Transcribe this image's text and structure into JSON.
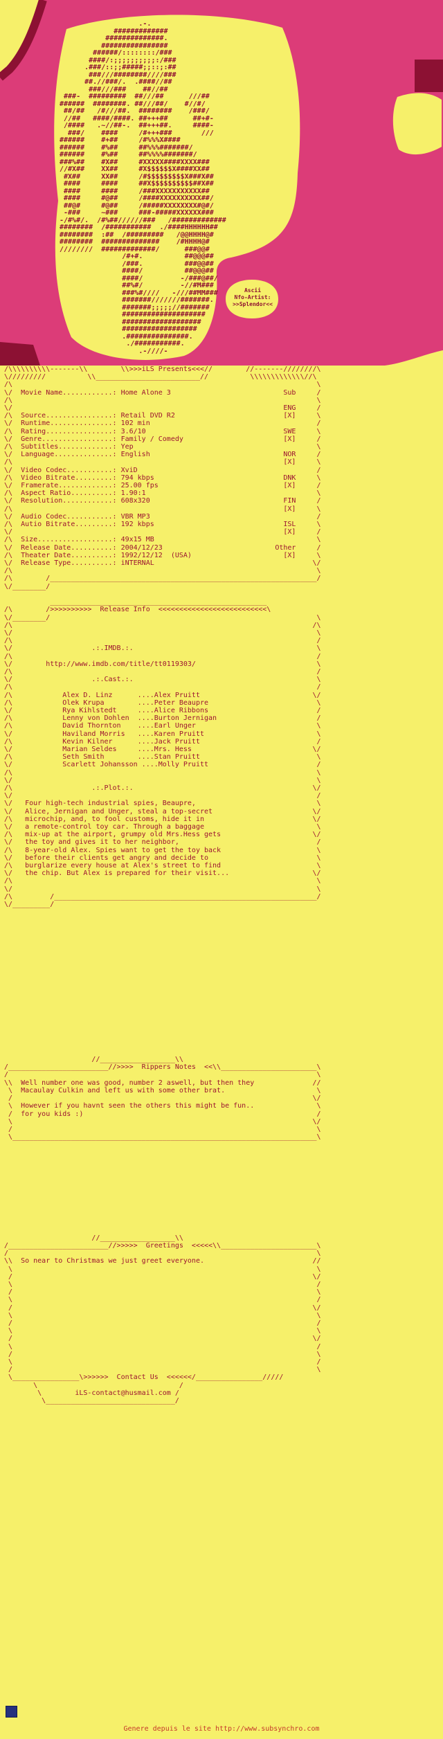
{
  "colors": {
    "background": "#F6F06A",
    "blob_pink": "#DC3C78",
    "maroon_accent": "#8C1133",
    "art_text": "#8E1031",
    "body_text": "#9C1430",
    "footer_text": "#C5392B",
    "blue_square": "#26317E"
  },
  "artist_credit": {
    "line1": "Ascii",
    "line2": "Nfo-Artist:",
    "line3": ">>Splendor<<"
  },
  "release": {
    "group": "iLS",
    "header": "iLS Presents",
    "movie_name": "Home Alone 3",
    "info": {
      "Movie Name": "Home Alone 3",
      "Source": "Retail DVD R2",
      "Runtime": "102 min",
      "Rating": "3.6/10",
      "Genre": "Family / Comedy",
      "Subtitles": "Yep",
      "Language": "English",
      "Video Codec": "XviD",
      "Video Bitrate": "794 kbps",
      "Framerate": "25.00 fps",
      "Aspect Ratio": "1.90:1",
      "Resolution": "608x320",
      "Audio Codec": "VBR MP3",
      "Autio Bitrate": "192 kbps",
      "Size": "49x15 MB",
      "Release Date": "2004/12/23",
      "Theater Date": "1992/12/12  (USA)",
      "Release Type": "iNTERNAL"
    },
    "subtitle_flags": [
      "Sub",
      "ENG [X]",
      "SWE [X]",
      "NOR [X]",
      "DNK [X]",
      "FIN [X]",
      "ISL [X]",
      "Other [X]"
    ],
    "imdb_url": "http://www.imdb.com/title/tt0119303/",
    "cast": [
      {
        "actor": "Alex D. Linz",
        "role": "Alex Pruitt"
      },
      {
        "actor": "Olek Krupa",
        "role": "Peter Beaupre"
      },
      {
        "actor": "Rya Kihlstedt",
        "role": "Alice Ribbons"
      },
      {
        "actor": "Lenny von Dohlen",
        "role": "Burton Jernigan"
      },
      {
        "actor": "David Thornton",
        "role": "Earl Unger"
      },
      {
        "actor": "Haviland Morris",
        "role": "Karen Pruitt"
      },
      {
        "actor": "Kevin Kilner",
        "role": "Jack Pruitt"
      },
      {
        "actor": "Marian Seldes",
        "role": "Mrs. Hess"
      },
      {
        "actor": "Seth Smith",
        "role": "Stan Pruitt"
      },
      {
        "actor": "Scarlett Johansson",
        "role": "Molly Pruitt"
      }
    ],
    "plot": "Four high-tech industrial spies, Beaupre, Alice, Jernigan and Unger, steal a top-secret microchip, and, to fool customs, hide it in a remote-control toy car. Through a baggage mix-up at the airport, grumpy old Mrs.Hess gets the toy and gives it to her neighbor, 8-year-old Alex. Spies want to get the toy back before their clients get angry and decide to burglarize every house at Alex's street to find the chip. But Alex is prepared for their visit...",
    "rippers_notes": [
      "Well number one was good, number 2 aswell, but then they",
      "Macaulay Culkin and left us with some other brat.",
      "However if you havnt seen the others this might be fun..",
      "for you kids :)"
    ],
    "greetings": "So near to Christmas we just greet everyone.",
    "contact_email": "iLS-contact@husmail.com"
  },
  "logo": {
    "lines": [
      "                   .-.",
      "             #############",
      "           ##############.",
      "          ################",
      "        ######/::::::::/###",
      "       ####/:;;;;;;;;;;:/###",
      "      .###/::;;#####;;::;:##",
      "       ###///########////###",
      "      ##.//###/.  .####//##",
      "       ###///###    ##//##",
      " ###-  #########  ##///##      ///##",
      "######  ########. ##///##/    #//#/",
      " ##/##   /#///##.  ########    /###/",
      " //##   ####/####. ##+++##      ##+#-",
      " /####   .~//##-.  ##+++##.     ####-",
      "  ###/    ####     /#+++###       ///",
      "######    #+##     /#%%%X####",
      "######    #%##     ##%%%#######/",
      "######    #%##     ##%%%%#######/",
      "###%##    #X##     #XXXXX####XXXX###",
      "//#X##    XX##     #X$$$$$$X####XX##",
      " #X##     XX##     /#$$$$$$$$$X###X##",
      " ####     ####     ##X$$$$$$$$$$##X##",
      " ####     ####     /###XXXXXXXXXXX##",
      " ####     #@##     /####XXXXXXXXXX##/",
      " ##@#     #@##     /#####XXXXXXXX#@#/",
      " -###     ~###     ###-#####XXXXXX###",
      "-/#%#/.  /#%##//////###   /#############",
      "########  /###########  ./####HHHHHH##",
      "########  :##  /#########   /@@HHHH@#",
      "########  ##############    /#HHHH@#",
      "////////  #############/      ###@@#",
      "               /#+#.          ##@@@##",
      "               /###.          ###@@##",
      "               ####/          ##@@@##",
      "               ####/         -/###@##/",
      "               ##%#/         -//#M###",
      "               ###%#////   -///##MM###",
      "               #######///////#######.",
      "               #######;;;;;//#######",
      "               ####################",
      "               ###################",
      "               ##################",
      "               .###############.",
      "                ./###########.",
      "                   .-////-"
    ]
  },
  "nfo": {
    "width": 76,
    "lines": [
      "/\\\\\\\\\\\\\\\\\\\\-------\\\\        \\\\>>>iLS Presents<<<//        //-------////////\\",
      "\\/////////          \\\\_________________________//          \\\\\\\\\\\\\\\\\\\\\\\\\\//\\",
      {
        "l": "/\\",
        "r": "\\"
      },
      {
        "l": "\\/  Movie Name............: Home Alone 3",
        "r": "Sub     /"
      },
      {
        "l": "/\\",
        "r": "\\"
      },
      {
        "l": "\\/",
        "r": "ENG     /"
      },
      {
        "l": "/\\  Source................: Retail DVD R2",
        "r": "[X]     \\"
      },
      {
        "l": "\\/  Runtime...............: 102 min",
        "r": "/"
      },
      {
        "l": "/\\  Rating................: 3.6/10",
        "r": "SWE     \\"
      },
      {
        "l": "\\/  Genre.................: Family / Comedy",
        "r": "[X]     /"
      },
      {
        "l": "/\\  Subtitles.............: Yep",
        "r": "\\"
      },
      {
        "l": "\\/  Language..............: English",
        "r": "NOR     /"
      },
      {
        "l": "/\\",
        "r": "[X]     \\"
      },
      {
        "l": "\\/  Video Codec...........: XviD",
        "r": "/"
      },
      {
        "l": "/\\  Video Bitrate.........: 794 kbps",
        "r": "DNK     \\"
      },
      {
        "l": "\\/  Framerate.............: 25.00 fps",
        "r": "[X]     /"
      },
      {
        "l": "/\\  Aspect Ratio..........: 1.90:1",
        "r": "\\"
      },
      {
        "l": "\\/  Resolution............: 608x320",
        "r": "FIN     /"
      },
      {
        "l": "/\\",
        "r": "[X]     \\"
      },
      {
        "l": "\\/  Audio Codec...........: VBR MP3",
        "r": "/"
      },
      {
        "l": "/\\  Autio Bitrate.........: 192 kbps",
        "r": "ISL     \\"
      },
      {
        "l": "\\/",
        "r": "[X]     /"
      },
      {
        "l": "/\\  Size..................: 49x15 MB",
        "r": "\\"
      },
      {
        "l": "\\/  Release Date..........: 2004/12/23",
        "r": "Other     /"
      },
      {
        "l": "/\\  Theater Date..........: 1992/12/12  (USA)",
        "r": "[X]     \\"
      },
      {
        "l": "\\/  Release Type..........: iNTERNAL",
        "r": "\\/"
      },
      {
        "l": "/\\",
        "r": "\\"
      },
      "/\\        /________________________________________________________________/",
      "\\/________/",
      "",
      "           ____________________________________________________",
      "/\\        />>>>>>>>>>  Release Info  <<<<<<<<<<<<<<<<<<<<<<<<<<\\",
      {
        "l": "\\/________/",
        "r": "\\"
      },
      {
        "l": "/\\",
        "r": "/\\"
      },
      {
        "l": "\\/",
        "r": "\\"
      },
      {
        "l": "/\\",
        "r": "/"
      },
      {
        "l": "\\/                   .:.IMDB.:.",
        "r": "\\"
      },
      {
        "l": "/\\",
        "r": "/"
      },
      {
        "l": "\\/        http://www.imdb.com/title/tt0119303/",
        "r": "\\"
      },
      {
        "l": "/\\",
        "r": "/"
      },
      {
        "l": "\\/                   .:.Cast.:.",
        "r": "\\"
      },
      {
        "l": "/\\",
        "r": "/"
      },
      {
        "l": "/\\            Alex D. Linz      ....Alex Pruitt",
        "r": "\\/"
      },
      {
        "l": "/\\            Olek Krupa        ....Peter Beaupre",
        "r": "\\"
      },
      {
        "l": "\\/            Rya Kihlstedt     ....Alice Ribbons",
        "r": "/"
      },
      {
        "l": "/\\            Lenny von Dohlen  ....Burton Jernigan",
        "r": "/"
      },
      {
        "l": "/\\            David Thornton    ....Earl Unger",
        "r": "\\"
      },
      {
        "l": "\\/            Haviland Morris   ....Karen Pruitt",
        "r": "\\"
      },
      {
        "l": "/\\            Kevin Kilner      ....Jack Pruitt",
        "r": "/"
      },
      {
        "l": "\\/            Marian Seldes     ....Mrs. Hess",
        "r": "\\/"
      },
      {
        "l": "/\\            Seth Smith        ....Stan Pruitt",
        "r": "\\"
      },
      {
        "l": "\\/            Scarlett Johansson ....Molly Pruitt",
        "r": "/"
      },
      {
        "l": "/\\",
        "r": "\\"
      },
      {
        "l": "\\/",
        "r": "\\"
      },
      {
        "l": "/\\                   .:.Plot.:.",
        "r": "\\/"
      },
      {
        "l": "\\/",
        "r": "/"
      },
      {
        "l": "\\/   Four high-tech industrial spies, Beaupre,",
        "r": "\\"
      },
      {
        "l": "\\/   Alice, Jernigan and Unger, steal a top-secret",
        "r": "\\/"
      },
      {
        "l": "/\\   microchip, and, to fool customs, hide it in",
        "r": "\\/"
      },
      {
        "l": "\\/   a remote-control toy car. Through a baggage",
        "r": "\\"
      },
      {
        "l": "/\\   mix-up at the airport, grumpy old Mrs.Hess gets",
        "r": "\\/"
      },
      {
        "l": "\\/   the toy and gives it to her neighbor,",
        "r": "/"
      },
      {
        "l": "/\\   8-year-old Alex. Spies want to get the toy back",
        "r": "\\"
      },
      {
        "l": "\\/   before their clients get angry and decide to",
        "r": "\\"
      },
      {
        "l": "/\\   burglarize every house at Alex's street to find",
        "r": "\\"
      },
      {
        "l": "\\/   the chip. But Alex is prepared for their visit...",
        "r": "\\/"
      },
      {
        "l": "/\\",
        "r": "\\"
      },
      {
        "l": "\\/",
        "r": "\\"
      },
      "/\\         /_______________________________________________________________/",
      "\\/_________/",
      "",
      "",
      "",
      "",
      "",
      "",
      "",
      "",
      "",
      "",
      "",
      "",
      "",
      "",
      "",
      "",
      "",
      "",
      "",
      "                     //__________________\\\\",
      "/________________________//>>>>  Rippers Notes  <<\\\\_______________________\\",
      {
        "l": "/",
        "r": "\\"
      },
      {
        "l": "\\\\  Well number one was good, number 2 aswell, but then they",
        "r": "//"
      },
      {
        "l": " \\  Macaulay Culkin and left us with some other brat.",
        "r": "\\"
      },
      {
        "l": " /",
        "r": "\\/"
      },
      {
        "l": " \\  However if you havnt seen the others this might be fun..",
        "r": "\\"
      },
      {
        "l": " /  for you kids :)",
        "r": "/"
      },
      {
        "l": " \\",
        "r": "\\/"
      },
      {
        "l": " /",
        "r": "\\"
      },
      " \\_________________________________________________________________________\\",
      "",
      "",
      "",
      "",
      "",
      "",
      "",
      "",
      "",
      "",
      "",
      "",
      "                     //__________________\\\\",
      "/________________________//>>>>>  Greetings  <<<<<\\\\_______________________\\",
      {
        "l": "/",
        "r": "\\"
      },
      {
        "l": "\\\\  So near to Christmas we just greet everyone.",
        "r": "//"
      },
      {
        "l": " \\",
        "r": "\\"
      },
      {
        "l": " /",
        "r": "\\/"
      },
      {
        "l": " \\",
        "r": "/"
      },
      {
        "l": " /",
        "r": "\\"
      },
      {
        "l": " \\",
        "r": "/"
      },
      {
        "l": " /",
        "r": "\\/"
      },
      {
        "l": " \\",
        "r": "\\"
      },
      {
        "l": " /",
        "r": "/"
      },
      {
        "l": " \\",
        "r": "\\"
      },
      {
        "l": " /",
        "r": "\\/"
      },
      {
        "l": " \\",
        "r": "/"
      },
      {
        "l": " /",
        "r": "\\"
      },
      {
        "l": " \\",
        "r": "/"
      },
      {
        "l": " /",
        "r": "\\"
      },
      " \\________________\\>>>>>>  Contact Us  <<<<<</________________/////",
      "       \\                                  /",
      "        \\        iLS-contact@husmail.com /",
      "         \\_______________________________/"
    ]
  },
  "footer": {
    "prefix": "Genere depuis le site",
    "url": "http://www.subsynchro.com"
  }
}
